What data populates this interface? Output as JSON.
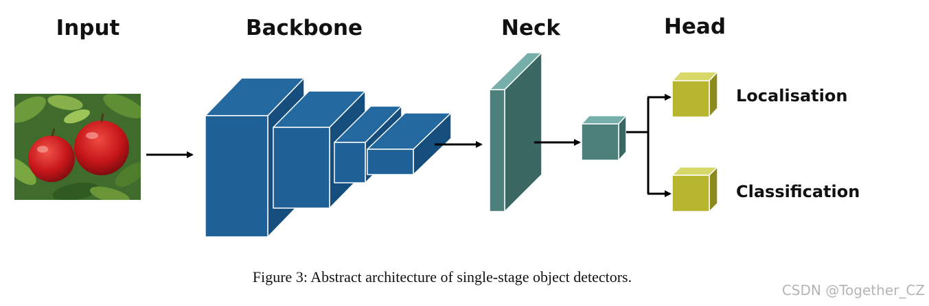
{
  "titles": {
    "input": "Input",
    "backbone": "Backbone",
    "neck": "Neck",
    "head": "Head"
  },
  "outputs": {
    "localisation": "Localisation",
    "classification": "Classification"
  },
  "caption": "Figure 3: Abstract architecture of single-stage object detectors.",
  "watermark": "CSDN @Together_CZ",
  "colors": {
    "backbone_front": "#1f6096",
    "backbone_top": "#23699f",
    "backbone_side": "#154e7d",
    "neck_front": "#4d807b",
    "neck_side": "#3b6763",
    "neck_top": "#76aeaa",
    "head_front": "#b7b62e",
    "head_top": "#d8d86a",
    "head_side": "#8a8a1e"
  },
  "icons": {
    "input_image": "apple-photo-icon"
  }
}
